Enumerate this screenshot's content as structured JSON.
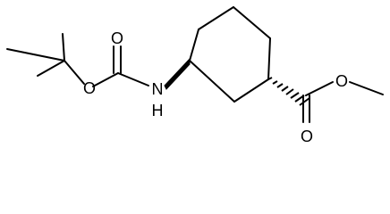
{
  "molecule": {
    "atom_labels": {
      "carbamate_carbonyl_oxygen": "O",
      "carbamate_ester_oxygen": "O",
      "amine_nitrogen": "N",
      "amine_hydrogen": "H",
      "ester_ether_oxygen": "O",
      "ester_carbonyl_oxygen": "O"
    },
    "colors": {
      "bond": "#000000",
      "label": "#000000",
      "background": "#ffffff"
    },
    "stereo": {
      "C1_to_NH": "wedge",
      "C3_to_ester": "hash"
    }
  }
}
